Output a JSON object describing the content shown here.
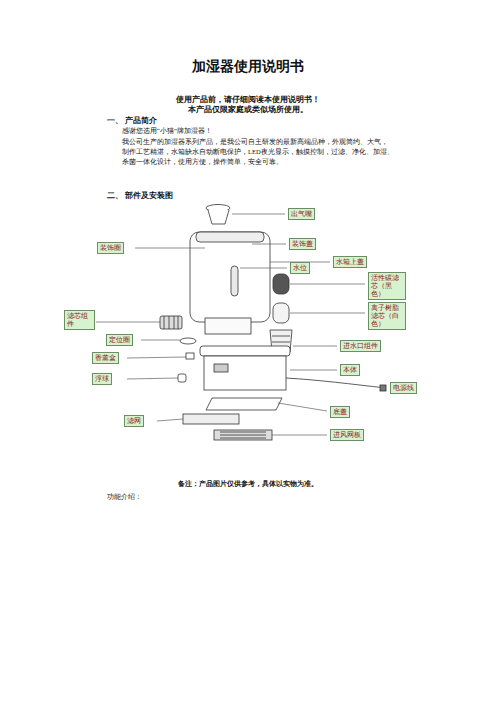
{
  "diagram": {
    "title": "加湿器使用说明书",
    "nodes": [
      {
        "text": [
          "出气嘴"
        ]
      },
      {
        "text": [
          "装饰盖"
        ]
      },
      {
        "text": [
          "装饰圈"
        ]
      },
      {
        "text": [
          "水箱上盖"
        ]
      },
      {
        "text": [
          "水位"
        ]
      },
      {
        "text": [
          "活性碳滤芯（黑色）"
        ]
      },
      {
        "text": [
          "离子树脂滤芯（白色）"
        ]
      },
      {
        "text": [
          "滤芯组件"
        ]
      },
      {
        "text": [
          "定位圈"
        ]
      },
      {
        "text": [
          "进水口组件"
        ]
      },
      {
        "text": [
          "香薰盒"
        ]
      },
      {
        "text": [
          "本体"
        ]
      },
      {
        "text": [
          "浮球"
        ]
      },
      {
        "text": [
          "电源线"
        ]
      },
      {
        "text": [
          "底盖"
        ]
      },
      {
        "text": [
          "滤网"
        ]
      },
      {
        "text": [
          "进风网板"
        ]
      }
    ],
    "edges": [],
    "labels": [
      "使用产品前，请仔细阅读本使用说明书！",
      "本产品仅限家庭或类似场所使用。",
      "一、 产品简介",
      "感谢您选用“小猫”牌加湿器！",
      "我公司生产的加湿器系列产品，是我公司自主研发的最新高端品种，外观简约、大气，制作工艺精湛，水箱缺水自动断电保护，LED夜光显示，触摸控制，过滤、净化、加湿、杀菌一体化设计，使用方便，操作简单，安全可靠。",
      "二、 部件及安装图",
      "备注：产品图片仅供参考，具体以实物为准。",
      "功能介绍："
    ]
  }
}
